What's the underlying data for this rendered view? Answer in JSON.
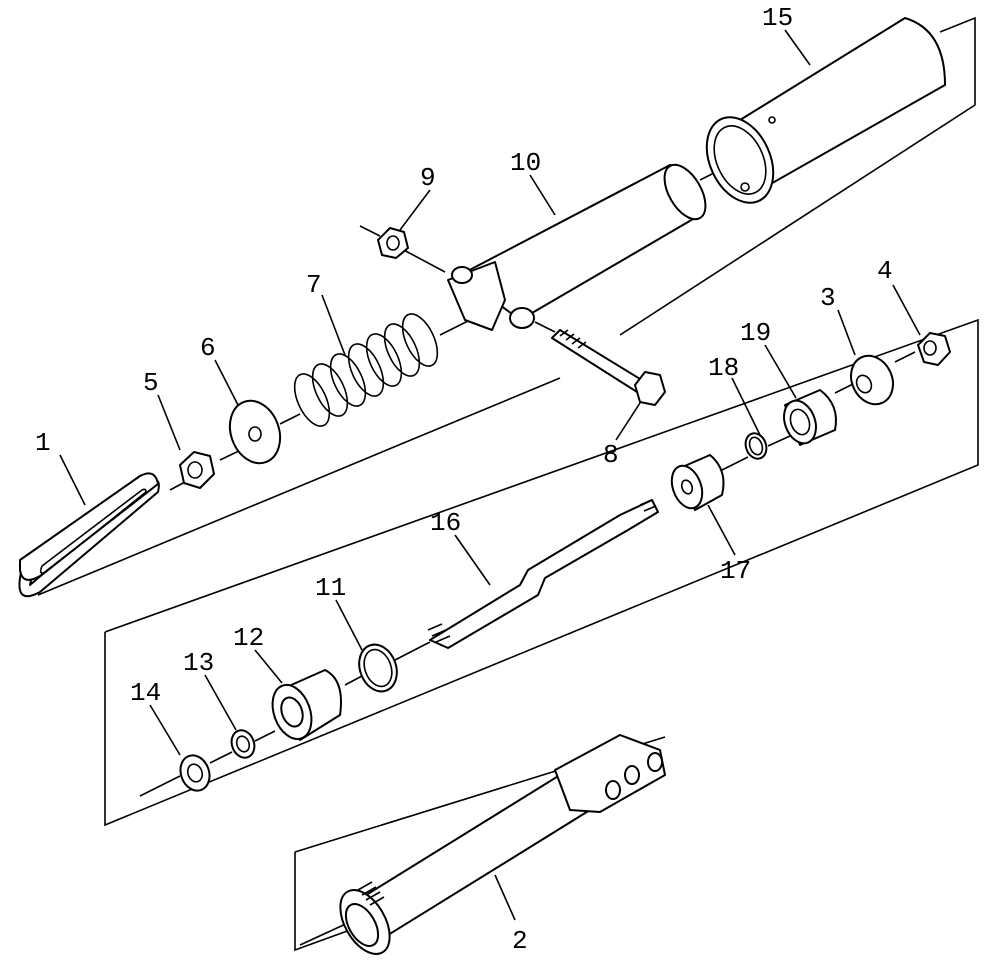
{
  "diagram": {
    "parts": [
      {
        "id": "p1",
        "label": "1"
      },
      {
        "id": "p2",
        "label": "2"
      },
      {
        "id": "p3",
        "label": "3"
      },
      {
        "id": "p4",
        "label": "4"
      },
      {
        "id": "p5",
        "label": "5"
      },
      {
        "id": "p6",
        "label": "6"
      },
      {
        "id": "p7",
        "label": "7"
      },
      {
        "id": "p8",
        "label": "8"
      },
      {
        "id": "p9",
        "label": "9"
      },
      {
        "id": "p10",
        "label": "10"
      },
      {
        "id": "p11",
        "label": "11"
      },
      {
        "id": "p12",
        "label": "12"
      },
      {
        "id": "p13",
        "label": "13"
      },
      {
        "id": "p14",
        "label": "14"
      },
      {
        "id": "p15",
        "label": "15"
      },
      {
        "id": "p16",
        "label": "16"
      },
      {
        "id": "p17",
        "label": "17"
      },
      {
        "id": "p18",
        "label": "18"
      },
      {
        "id": "p19",
        "label": "19"
      }
    ]
  }
}
